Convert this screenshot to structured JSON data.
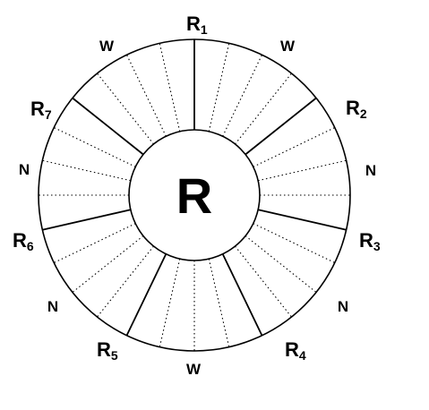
{
  "center_label": "R",
  "colors": {
    "stroke": "#000000",
    "fill": "#ffffff"
  },
  "labels": {
    "r1": {
      "main": "R",
      "sub": "1"
    },
    "r2": {
      "main": "R",
      "sub": "2"
    },
    "r3": {
      "main": "R",
      "sub": "3"
    },
    "r4": {
      "main": "R",
      "sub": "4"
    },
    "r5": {
      "main": "R",
      "sub": "5"
    },
    "r6": {
      "main": "R",
      "sub": "6"
    },
    "r7": {
      "main": "R",
      "sub": "7"
    },
    "w_top_left": "W",
    "w_top_right": "W",
    "w_bottom": "W",
    "n_right": "N",
    "n_left": "N",
    "n_bottom_left": "N",
    "n_bottom_right": "N"
  },
  "sector_count": 7,
  "dotted_lines_per_sector": 3
}
